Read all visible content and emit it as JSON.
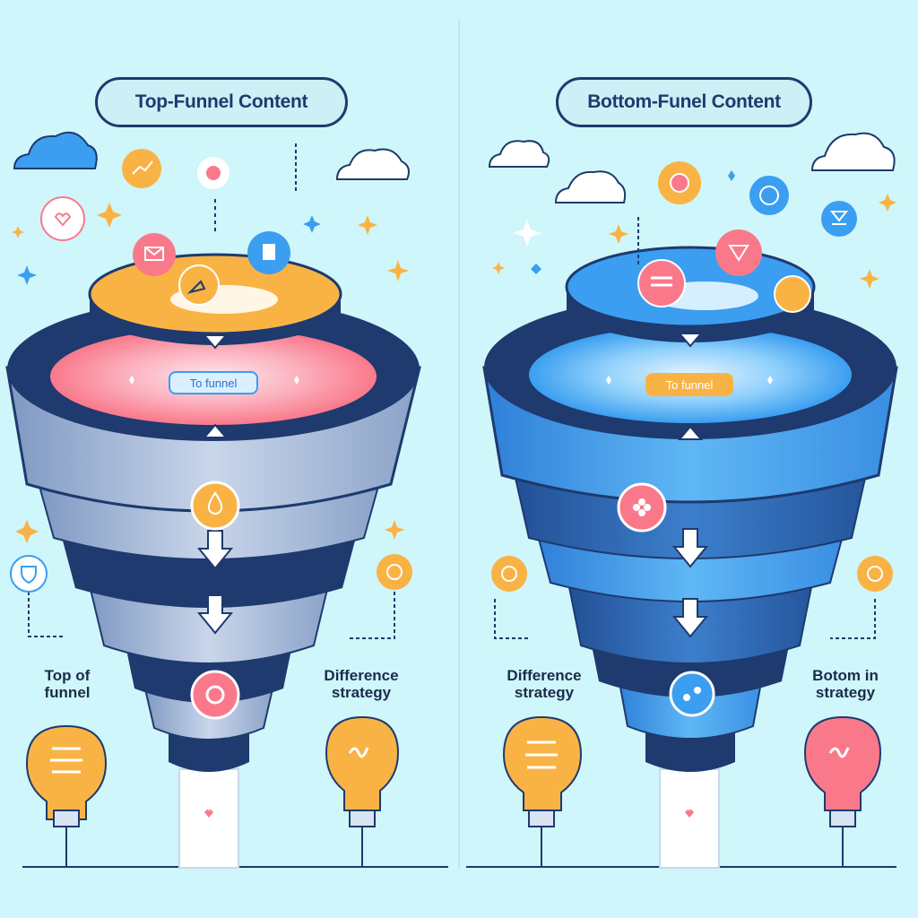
{
  "left_panel": {
    "title": "Top-Funnel Content",
    "funnel_tag": "To funnel",
    "label_left": "Top of\nfunnel",
    "label_right": "Difference\nstrategy"
  },
  "right_panel": {
    "title": "Bottom-Funel Content",
    "funnel_tag": "To funnel",
    "label_left": "Difference\nstrategy",
    "label_right": "Botom in\nstrategy"
  },
  "colors": {
    "background": "#cff6fa",
    "navy": "#1e3a6e",
    "orange": "#f9b345",
    "pink": "#f9798b",
    "blue": "#3b9ef0",
    "steel": "#9db4d4"
  }
}
